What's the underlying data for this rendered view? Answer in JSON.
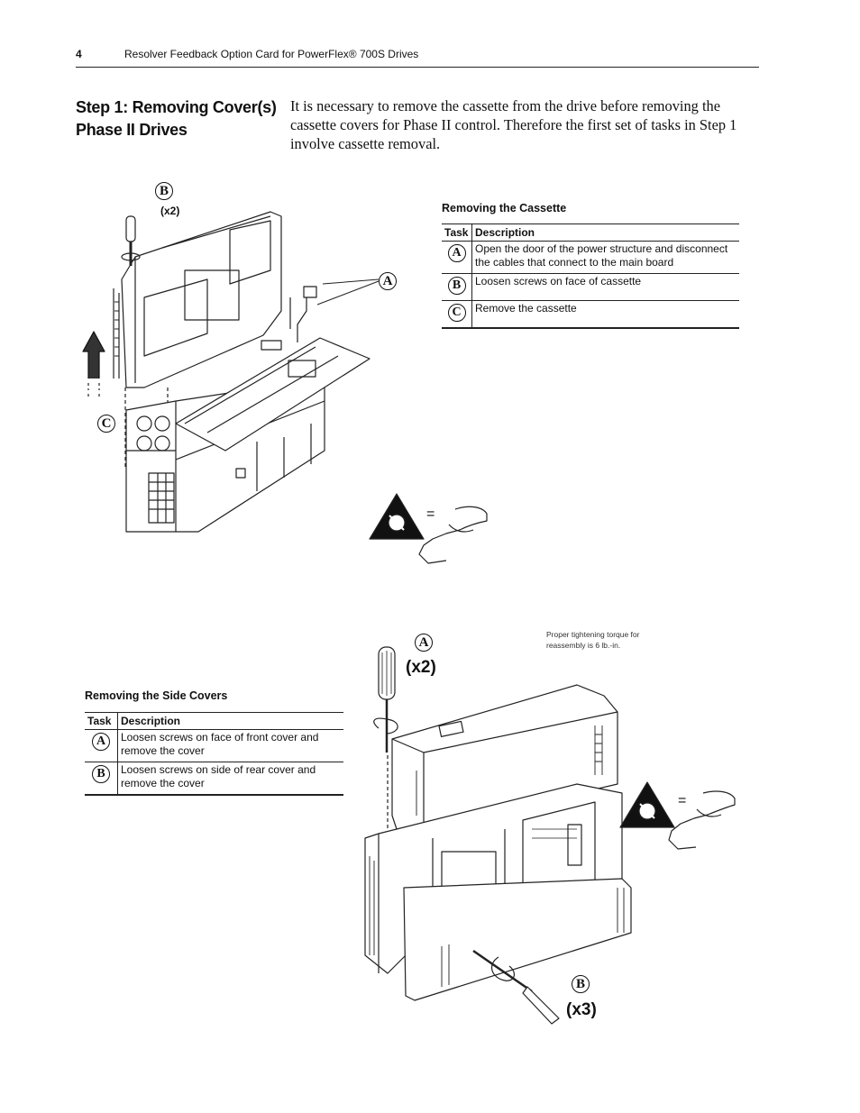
{
  "header": {
    "page_number": "4",
    "title": "Resolver Feedback Option Card for PowerFlex® 700S Drives"
  },
  "section": {
    "title": "Step 1: Removing Cover(s) Phase II Drives",
    "intro": "It is necessary to remove the cassette from the drive before removing the cassette covers for Phase II control. Therefore the first set of tasks in Step 1 involve cassette removal."
  },
  "cassette_table": {
    "title": "Removing the Cassette",
    "headers": {
      "task": "Task",
      "description": "Description"
    },
    "rows": [
      {
        "task": "A",
        "description": "Open the door of the power structure and disconnect the cables that connect to the main board"
      },
      {
        "task": "B",
        "description": "Loosen screws on face of cassette"
      },
      {
        "task": "C",
        "description": "Remove the cassette"
      }
    ]
  },
  "side_covers_table": {
    "title": "Removing the Side Covers",
    "headers": {
      "task": "Task",
      "description": "Description"
    },
    "rows": [
      {
        "task": "A",
        "description": "Loosen screws on face of front cover and remove the cover"
      },
      {
        "task": "B",
        "description": "Loosen screws on side of rear cover and remove the cover"
      }
    ]
  },
  "figure1": {
    "callout_a": "A",
    "callout_b": "B",
    "callout_b_count": "(x2)",
    "callout_c": "C",
    "esd_equals": "="
  },
  "figure2": {
    "callout_a": "A",
    "callout_a_count": "(x2)",
    "callout_b": "B",
    "callout_b_count": "(x3)",
    "torque_note": "Proper tightening torque for reassembly is 6 lb.-in.",
    "esd_equals": "="
  }
}
